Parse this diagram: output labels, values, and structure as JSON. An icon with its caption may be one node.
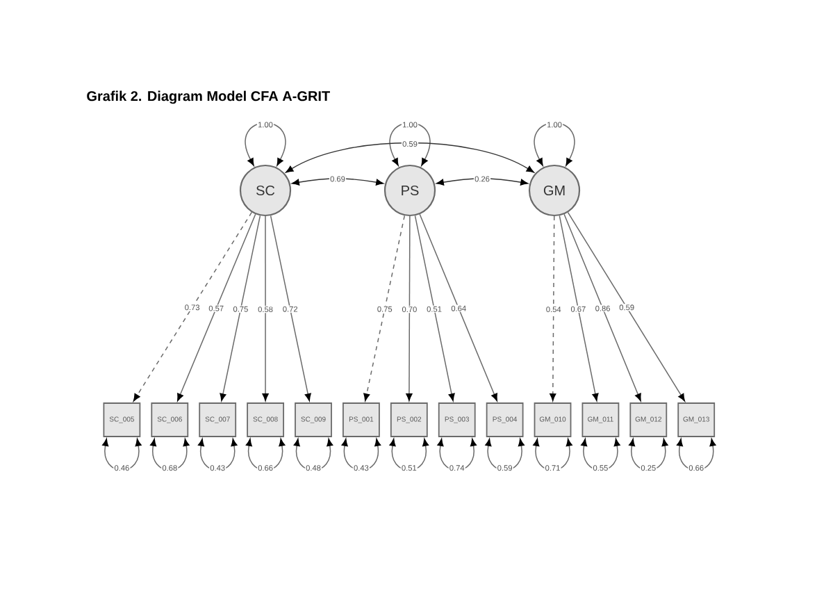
{
  "diagram": {
    "title": "Grafik 2. Diagram Model CFA A-GRIT",
    "nodes": [
      {
        "text": [
          "SC"
        ]
      },
      {
        "text": [
          "PS"
        ]
      },
      {
        "text": [
          "GM"
        ]
      },
      {
        "text": [
          "SC_005"
        ]
      },
      {
        "text": [
          "SC_006"
        ]
      },
      {
        "text": [
          "SC_007"
        ]
      },
      {
        "text": [
          "SC_008"
        ]
      },
      {
        "text": [
          "SC_009"
        ]
      },
      {
        "text": [
          "PS_001"
        ]
      },
      {
        "text": [
          "PS_002"
        ]
      },
      {
        "text": [
          "PS_003"
        ]
      },
      {
        "text": [
          "PS_004"
        ]
      },
      {
        "text": [
          "GM_010"
        ]
      },
      {
        "text": [
          "GM_011"
        ]
      },
      {
        "text": [
          "GM_012"
        ]
      },
      {
        "text": [
          "GM_013"
        ]
      }
    ],
    "edges": [
      {
        "from": 0,
        "to": 0,
        "arrow": "both",
        "label": "1.00"
      },
      {
        "from": 1,
        "to": 1,
        "arrow": "both",
        "label": "1.00"
      },
      {
        "from": 2,
        "to": 2,
        "arrow": "both",
        "label": "1.00"
      },
      {
        "from": 0,
        "to": 1,
        "arrow": "both",
        "label": "0.69",
        "color": "#333333"
      },
      {
        "from": 0,
        "to": 2,
        "arrow": "both",
        "label": "0.59",
        "color": "#333333"
      },
      {
        "from": 1,
        "to": 2,
        "arrow": "both",
        "label": "0.26",
        "color": "#333333"
      },
      {
        "from": 0,
        "to": 3,
        "arrow": "to",
        "label": "0.73",
        "style": "dashed"
      },
      {
        "from": 0,
        "to": 4,
        "arrow": "to",
        "label": "0.57"
      },
      {
        "from": 0,
        "to": 5,
        "arrow": "to",
        "label": "0.75"
      },
      {
        "from": 0,
        "to": 6,
        "arrow": "to",
        "label": "0.58"
      },
      {
        "from": 0,
        "to": 7,
        "arrow": "to",
        "label": "0.72"
      },
      {
        "from": 1,
        "to": 8,
        "arrow": "to",
        "label": "0.75",
        "style": "dashed"
      },
      {
        "from": 1,
        "to": 9,
        "arrow": "to",
        "label": "0.70"
      },
      {
        "from": 1,
        "to": 10,
        "arrow": "to",
        "label": "0.51"
      },
      {
        "from": 1,
        "to": 11,
        "arrow": "to",
        "label": "0.64"
      },
      {
        "from": 2,
        "to": 12,
        "arrow": "to",
        "label": "0.54",
        "style": "dashed"
      },
      {
        "from": 2,
        "to": 13,
        "arrow": "to",
        "label": "0.67"
      },
      {
        "from": 2,
        "to": 14,
        "arrow": "to",
        "label": "0.86"
      },
      {
        "from": 2,
        "to": 15,
        "arrow": "to",
        "label": "0.59"
      },
      {
        "from": 3,
        "to": 3,
        "arrow": "both",
        "label": "0.46"
      },
      {
        "from": 4,
        "to": 4,
        "arrow": "both",
        "label": "0.68"
      },
      {
        "from": 5,
        "to": 5,
        "arrow": "both",
        "label": "0.43"
      },
      {
        "from": 6,
        "to": 6,
        "arrow": "both",
        "label": "0.66"
      },
      {
        "from": 7,
        "to": 7,
        "arrow": "both",
        "label": "0.48"
      },
      {
        "from": 8,
        "to": 8,
        "arrow": "both",
        "label": "0.43"
      },
      {
        "from": 9,
        "to": 9,
        "arrow": "both",
        "label": "0.51"
      },
      {
        "from": 10,
        "to": 10,
        "arrow": "both",
        "label": "0.74"
      },
      {
        "from": 11,
        "to": 11,
        "arrow": "both",
        "label": "0.59"
      },
      {
        "from": 12,
        "to": 12,
        "arrow": "both",
        "label": "0.71"
      },
      {
        "from": 13,
        "to": 13,
        "arrow": "both",
        "label": "0.55"
      },
      {
        "from": 14,
        "to": 14,
        "arrow": "both",
        "label": "0.25"
      },
      {
        "from": 15,
        "to": 15,
        "arrow": "both",
        "label": "0.66"
      }
    ]
  }
}
